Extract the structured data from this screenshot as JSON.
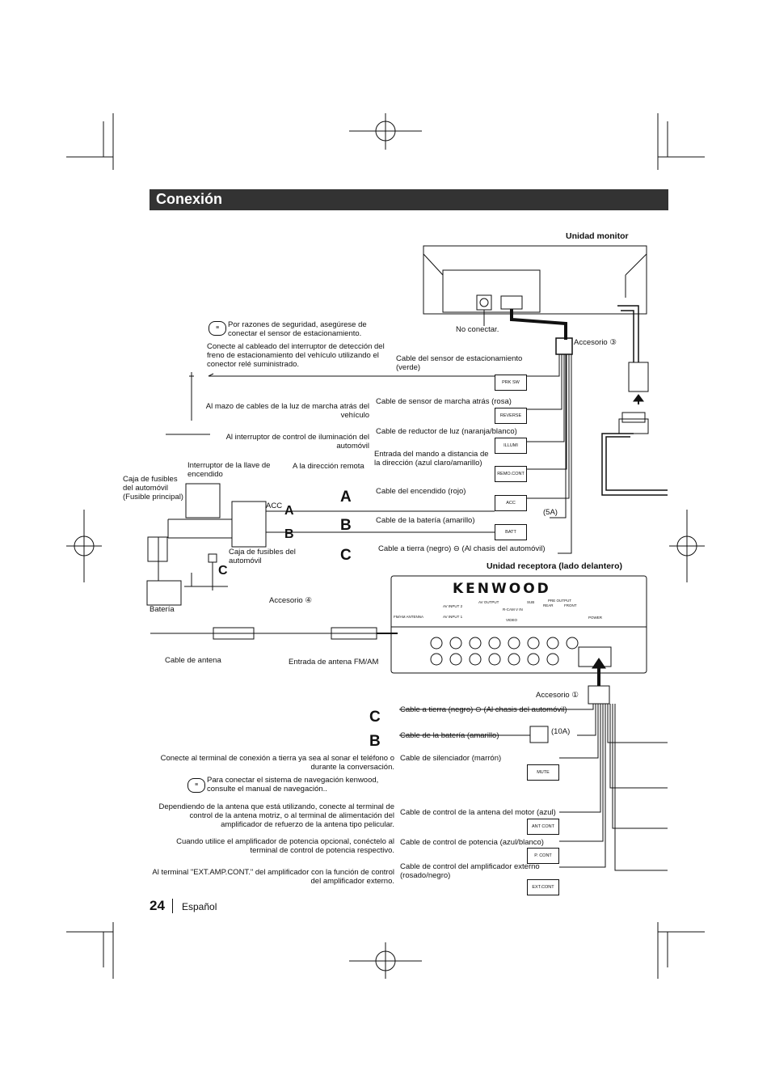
{
  "header": {
    "title": "Conexión"
  },
  "footer": {
    "page_number": "24",
    "language": "Español"
  },
  "labels": {
    "monitor_unit": "Unidad monitor",
    "receiver_unit": "Unidad receptora (lado delantero)",
    "no_connect": "No conectar.",
    "accessory3": "Accesorio ③",
    "accessory4": "Accesorio ④",
    "accessory1": "Accesorio ①",
    "safety_note": "Por razones de seguridad, asegúrese de conectar el sensor de estacionamiento.",
    "brake_note": "Conecte al cableado del interruptor de detección del freno de estacionamiento del vehículo utilizando el conector relé suministrado.",
    "parking_cable": "Cable del sensor de estacionamiento (verde)",
    "reverse_note": "Al mazo de cables de la luz de marcha atrás del vehículo",
    "reverse_cable": "Cable de sensor de marcha atrás (rosa)",
    "illumi_note": "Al interruptor de control de iluminación del automóvil",
    "illumi_cable": "Cable de reductor de luz (naranja/blanco)",
    "remote_note": "A la dirección remota",
    "remote_cable": "Entrada del mando a distancia de la dirección (azul claro/amarillo)",
    "ignition_switch": "Interruptor de la llave de encendido",
    "fuse_box_main": "Caja de fusibles del automóvil (Fusible principal)",
    "acc": "ACC",
    "acc_cable": "Cable del encendido (rojo)",
    "battery_cable_top": "Cable de la batería (amarillo)",
    "fuse_5a": "(5A)",
    "ground_cable_top": "Cable a tierra (negro) ⊖ (Al chasis del automóvil)",
    "fuse_box": "Caja de fusibles del automóvil",
    "battery": "Batería",
    "antenna_cable": "Cable de antena",
    "fm_am_input": "Entrada de antena FM/AM",
    "ground_cable_bottom": "Cable a tierra (negro) ⊖ (Al chasis del automóvil)",
    "battery_cable_bottom": "Cable de la batería (amarillo)",
    "fuse_10a": "(10A)",
    "mute_note": "Conecte al terminal de conexión a tierra ya sea al sonar el teléfono o durante la conversación.",
    "mute_cable": "Cable de silenciador (marrón)",
    "nav_note": "Para conectar el sistema de navegación kenwood, consulte el manual de navegación..",
    "antenna_note": "Dependiendo de la antena que está utilizando, conecte al terminal de control de la antena motriz, o al terminal de alimentación del amplificador de refuerzo de la antena tipo pelicular.",
    "ant_cable": "Cable de control de la antena del motor (azul)",
    "power_note": "Cuando utilice el amplificador de potencia opcional, conéctelo al terminal de control de potencia respectivo.",
    "pcont_cable": "Cable de control de potencia (azul/blanco)",
    "ext_note": "Al terminal \"EXT.AMP.CONT.\" del amplificador con la función de control del amplificador externo.",
    "ext_cable": "Cable de control del amplificador externo (rosado/negro)",
    "brand": "KENWOOD"
  },
  "connector_tags": {
    "prk": "PRK SW",
    "reverse": "REVERSE",
    "illumi": "ILLUMI",
    "remo": "REMO.CONT",
    "acc": "ACC",
    "batt": "BATT",
    "mute": "MUTE",
    "ant": "ANT CONT",
    "pcont": "P. CONT",
    "ext": "EXT.CONT"
  },
  "receiver_ports": {
    "fm_am": "FM/AM ANTENNA",
    "av_input2": "AV INPUT 2",
    "av_input1": "AV INPUT 1",
    "av_output": "AV OUTPUT",
    "rcam": "R-CAM V IN",
    "sub": "SUB",
    "pre_out": "PRE OUTPUT",
    "rear": "REAR",
    "front": "FRONT",
    "power": "POWER",
    "video": "VIDEO"
  },
  "markers": {
    "a": "A",
    "b": "B",
    "c": "C"
  }
}
